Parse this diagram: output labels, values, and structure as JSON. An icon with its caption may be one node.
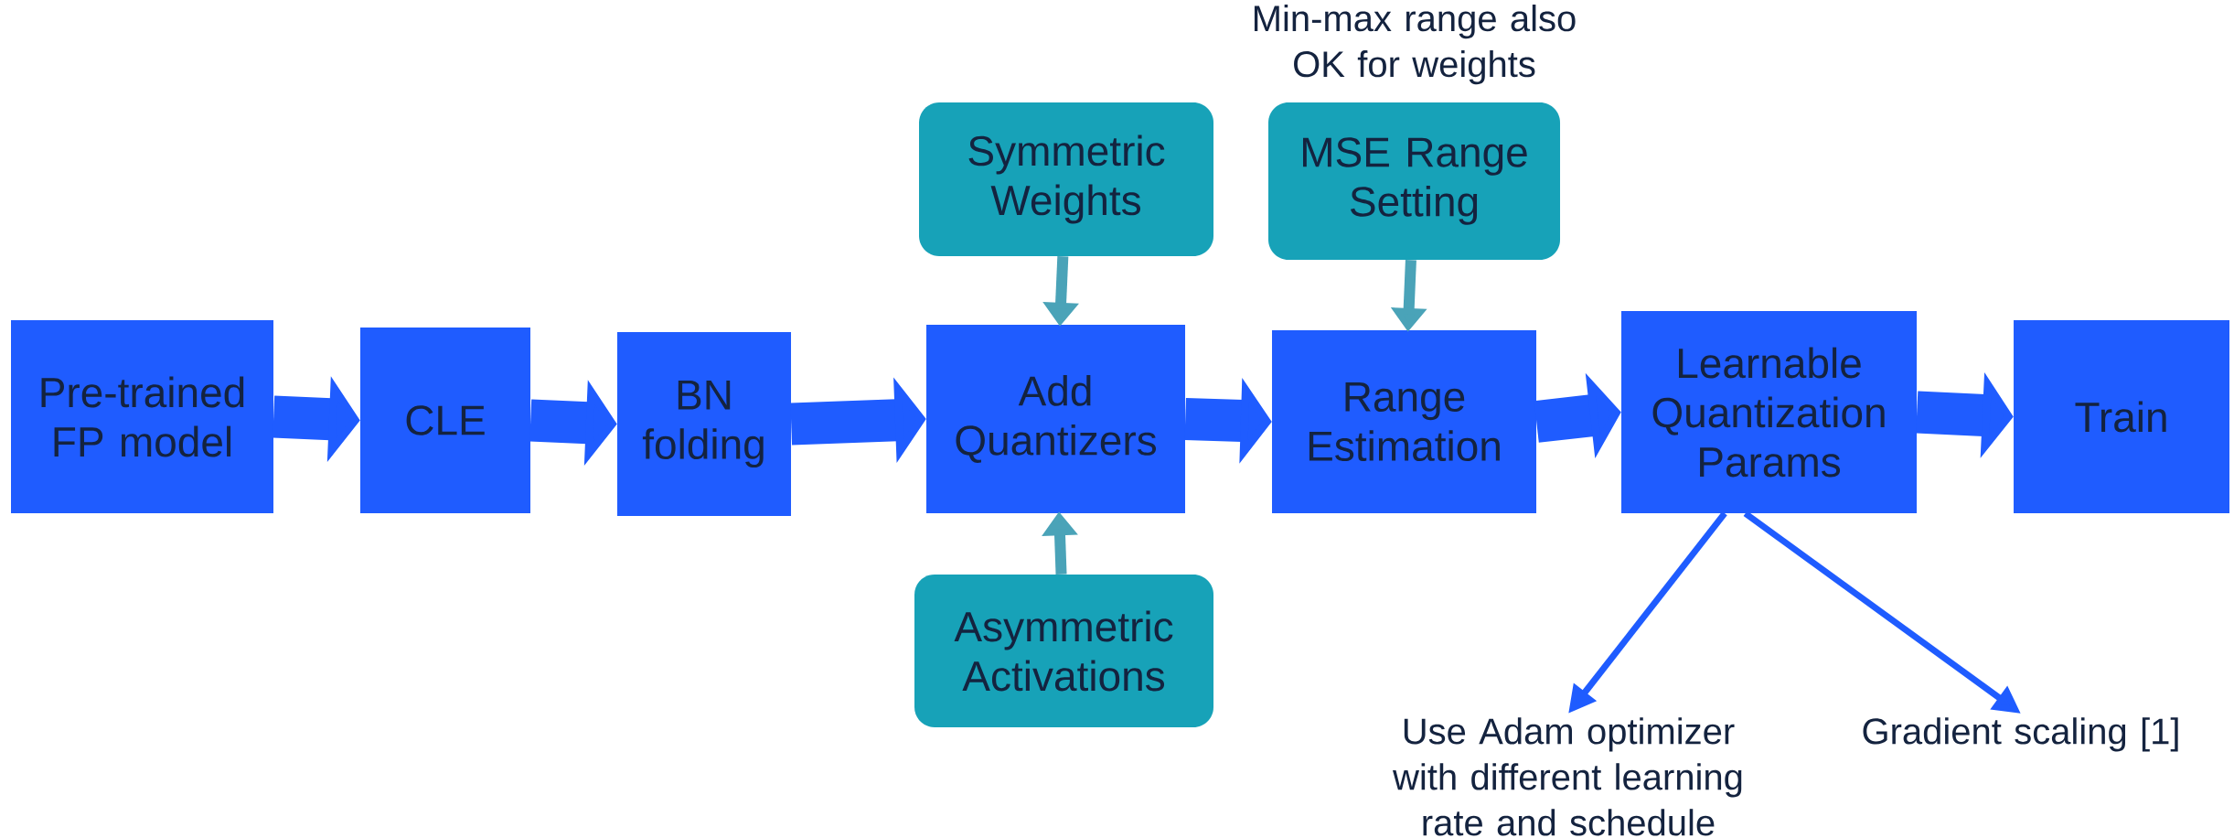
{
  "diagram": {
    "nodes": [
      {
        "text": [
          "Pre-trained FP model"
        ]
      },
      {
        "text": [
          "CLE"
        ]
      },
      {
        "text": [
          "BN folding"
        ]
      },
      {
        "text": [
          "Add Quantizers"
        ]
      },
      {
        "text": [
          "Range Estimation"
        ]
      },
      {
        "text": [
          "Learnable Quantization Params"
        ]
      },
      {
        "text": [
          "Train"
        ]
      },
      {
        "text": [
          "Symmetric Weights"
        ]
      },
      {
        "text": [
          "Asymmetric Activations"
        ]
      },
      {
        "text": [
          "MSE Range Setting"
        ],
        "beside": [
          "Min-max range also OK for weights"
        ]
      },
      {
        "text": [
          "Use Adam optimizer with different learning rate and schedule"
        ]
      },
      {
        "text": [
          "Gradient scaling [1]"
        ]
      }
    ],
    "edges": [
      {
        "from": 0,
        "to": 1,
        "arrow": "to"
      },
      {
        "from": 1,
        "to": 2,
        "arrow": "to"
      },
      {
        "from": 2,
        "to": 3,
        "arrow": "to"
      },
      {
        "from": 3,
        "to": 4,
        "arrow": "to"
      },
      {
        "from": 4,
        "to": 5,
        "arrow": "to"
      },
      {
        "from": 5,
        "to": 6,
        "arrow": "to"
      },
      {
        "from": 7,
        "to": 3,
        "arrow": "to",
        "color": "#4aa3b8"
      },
      {
        "from": 8,
        "to": 3,
        "arrow": "to",
        "color": "#4aa3b8"
      },
      {
        "from": 9,
        "to": 4,
        "arrow": "to",
        "color": "#4aa3b8"
      },
      {
        "from": 5,
        "to": 10,
        "arrow": "to"
      },
      {
        "from": 5,
        "to": 11,
        "arrow": "to"
      }
    ]
  }
}
